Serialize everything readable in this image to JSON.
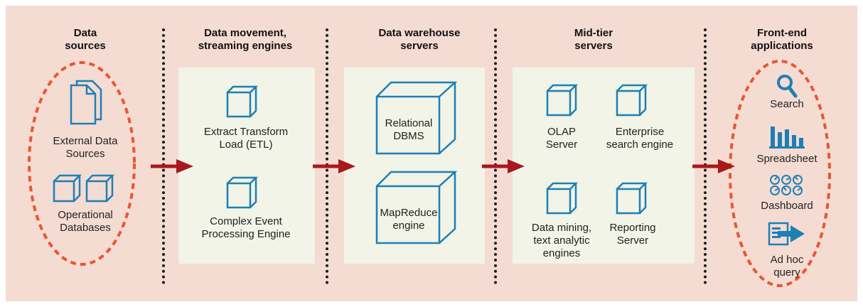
{
  "columns": {
    "data_sources": "Data\nsources",
    "data_movement": "Data movement,\nstreaming engines",
    "warehouse": "Data warehouse\nservers",
    "mid_tier": "Mid-tier\nservers",
    "front_end": "Front-end\napplications"
  },
  "sources": {
    "external": "External Data\nSources",
    "operational": "Operational\nDatabases"
  },
  "movement": {
    "etl": "Extract Transform\nLoad (ETL)",
    "cep": "Complex Event\nProcessing Engine"
  },
  "warehouse": {
    "relational": "Relational\nDBMS",
    "mapreduce": "MapReduce\nengine"
  },
  "mid": {
    "olap": "OLAP\nServer",
    "enterprise": "Enterprise\nsearch engine",
    "mining": "Data mining,\ntext analytic\nengines",
    "reporting": "Reporting\nServer"
  },
  "front": {
    "search": "Search",
    "spreadsheet": "Spreadsheet",
    "dashboard": "Dashboard",
    "adhoc": "Ad hoc\nquery"
  },
  "colors": {
    "background": "#f4dcd3",
    "panel": "#f1f4e6",
    "icon_blue": "#1f7fb4",
    "arrow_red": "#a8191d",
    "oval_orange": "#e9572f"
  }
}
